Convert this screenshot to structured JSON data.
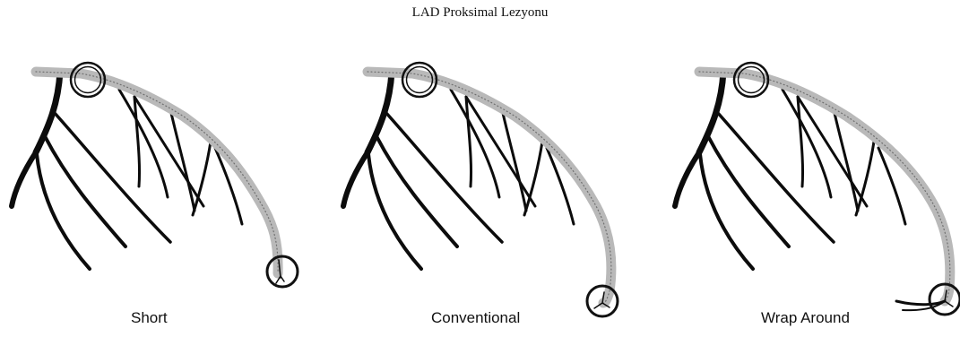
{
  "title": "LAD Proksimal Lezyonu",
  "panels": [
    {
      "label": "Short"
    },
    {
      "label": "Conventional"
    },
    {
      "label": "Wrap Around"
    }
  ],
  "colors": {
    "lad_vessel": "#b9b9b9",
    "branches": "#0c0c0c",
    "markers": "#111111"
  }
}
